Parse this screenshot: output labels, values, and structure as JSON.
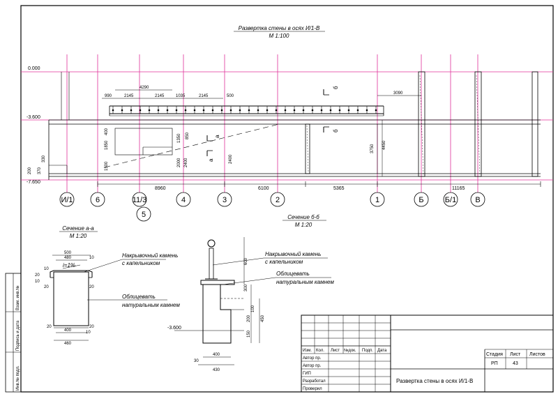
{
  "wall": {
    "title": "Развертка стены в осях И/1-В",
    "scale": "М 1:100",
    "level_top": "0.000",
    "level_mid": "-3.600",
    "level_bottom": "-7.650",
    "top_dims": [
      "990",
      "2145",
      "2145",
      "1035",
      "2145",
      "500"
    ],
    "top_overall": "4290",
    "right_dim": "3090",
    "left_dims": [
      "200",
      "370",
      "330"
    ],
    "vert_dims": [
      "400",
      "1850",
      "1500",
      "1350",
      "850",
      "2000",
      "2400",
      "2400",
      "3750",
      "4450"
    ],
    "bottom_dims": [
      "8960",
      "6100",
      "5365",
      "11165"
    ],
    "axes": [
      "И/1",
      "6",
      "11/3",
      "5",
      "4",
      "3",
      "2",
      "1",
      "Б",
      "Б/1",
      "В"
    ],
    "cut_a": "а",
    "cut_b": "б"
  },
  "section_a": {
    "title": "Сечение а-а",
    "scale": "М 1:20",
    "dims_top": [
      "500",
      "480"
    ],
    "dims_bottom": [
      "400",
      "460"
    ],
    "dims_small": [
      "10",
      "10",
      "20",
      "10",
      "20",
      "20",
      "20",
      "20",
      "10"
    ],
    "slope": "i=1%",
    "note1": "Накрывочный камень\nс капельником",
    "note1_l1": "Накрывочный камень",
    "note1_l2": "с капельником",
    "note2_l1": "Облицевать",
    "note2_l2": "натуральным камнем"
  },
  "section_b": {
    "title": "Сечение б-б",
    "scale": "М 1:20",
    "level": "-3.600",
    "dims_right": [
      "600",
      "300",
      "100",
      "200",
      "150",
      "450"
    ],
    "dims_bottom": [
      "400",
      "430",
      "30"
    ],
    "note1_l1": "Накрывочный камень",
    "note1_l2": "с капельником",
    "note2_l1": "Облицевать",
    "note2_l2": "натуральным камнем"
  },
  "stamp": {
    "cols": [
      "Изм.",
      "Кол.",
      "Лист",
      "№док.",
      "Подп.",
      "Дата"
    ],
    "rows": [
      "Автор пр.",
      "Автор пр.",
      "ГИП",
      "Разработал",
      "Проверил"
    ],
    "stage_label": "Стадия",
    "sheet_label": "Лист",
    "sheets_label": "Листов",
    "stage": "РП",
    "sheet": "43",
    "sheets": "",
    "sheet_title": "Развертка стены в осях И/1-В"
  },
  "side_stamp": [
    "Взам. инв.№",
    "Подпись и дата",
    "Инв.№ подл."
  ]
}
